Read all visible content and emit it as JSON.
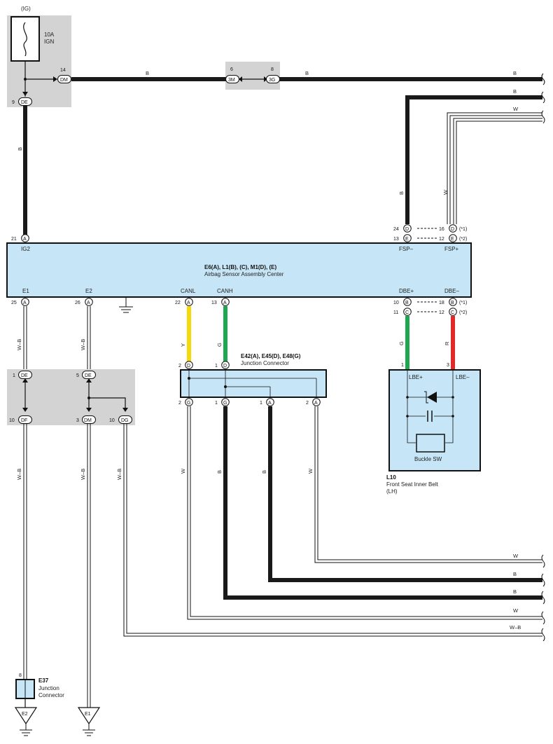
{
  "colors": {
    "panel_fill": "#c6e6f7",
    "shade": "#d3d3d3",
    "wire_black": "#1a1a1a",
    "wire_yellow": "#f5d90a",
    "wire_green": "#1da84f",
    "wire_red": "#e02a2a"
  },
  "fuse": {
    "top_label": "(IG)",
    "rating": "10A",
    "name": "IGN"
  },
  "top_wires": {
    "b1": "B",
    "b2": "B",
    "b3": "B",
    "b4": "B",
    "w1": "W",
    "b_vert_left": "B",
    "b_vert_right": "B",
    "w_vert_right": "W"
  },
  "connectors": {
    "dm14": {
      "pin": "14",
      "code": "DM"
    },
    "de9": {
      "pin": "9",
      "code": "DE"
    },
    "m3": {
      "pin": "6",
      "code": "3M"
    },
    "g3": {
      "pin": "8",
      "code": "3G"
    },
    "a21": {
      "pin": "21",
      "code": "A"
    },
    "d24": {
      "pin": "24",
      "code": "D"
    },
    "e13": {
      "pin": "13",
      "code": "E"
    },
    "d16": {
      "pin": "16",
      "code": "D",
      "note": "(*1)"
    },
    "e12": {
      "pin": "12",
      "code": "E",
      "note": "(*2)"
    },
    "a25": {
      "pin": "25",
      "code": "A"
    },
    "a26": {
      "pin": "26",
      "code": "A"
    },
    "a22": {
      "pin": "22",
      "code": "A"
    },
    "a13": {
      "pin": "13",
      "code": "A"
    },
    "b10": {
      "pin": "10",
      "code": "B"
    },
    "c11": {
      "pin": "11",
      "code": "C"
    },
    "b18": {
      "pin": "18",
      "code": "B",
      "note": "(*1)"
    },
    "c12": {
      "pin": "12",
      "code": "C",
      "note": "(*2)"
    },
    "de1": {
      "pin": "1",
      "code": "DE"
    },
    "de5": {
      "pin": "5",
      "code": "DE"
    },
    "df10": {
      "pin": "10",
      "code": "DF"
    },
    "dm3": {
      "pin": "3",
      "code": "DM"
    },
    "dg10": {
      "pin": "10",
      "code": "DG"
    },
    "jd2": {
      "pin": "2",
      "code": "D"
    },
    "jd1": {
      "pin": "1",
      "code": "D"
    },
    "jg2": {
      "pin": "2",
      "code": "G"
    },
    "jg1": {
      "pin": "1",
      "code": "G"
    },
    "ja1": {
      "pin": "1",
      "code": "A"
    },
    "ja2": {
      "pin": "2",
      "code": "A"
    }
  },
  "airbag": {
    "title": "E6(A), L1(B), (C), M1(D), (E)",
    "subtitle": "Airbag Sensor Assembly Center",
    "ig2": "IG2",
    "fsp_minus": "FSP–",
    "fsp_plus": "FSP+",
    "e1": "E1",
    "e2": "E2",
    "canl": "CANL",
    "canh": "CANH",
    "dbe_plus": "DBE+",
    "dbe_minus": "DBE–"
  },
  "junction": {
    "title": "E42(A), E45(D), E48(G)",
    "subtitle": "Junction Connector"
  },
  "belt": {
    "pin_plus": "1",
    "pin_minus": "3",
    "lbe_plus": "LBE+",
    "lbe_minus": "LBE–",
    "switch": "Buckle SW",
    "code": "L10",
    "name": "Front Seat Inner Belt",
    "side": "(LH)"
  },
  "mid_wires": {
    "wb1": "W–B",
    "wb2": "W–B",
    "y": "Y",
    "g1": "G",
    "g2": "G",
    "r": "R"
  },
  "low_wires": {
    "wb3": "W–B",
    "wb4": "W–B",
    "wb5": "W–B",
    "w_a": "W",
    "b_a": "B",
    "b_b": "B",
    "w_b": "W",
    "r_w1": "W",
    "r_b1": "B",
    "r_b2": "B",
    "r_w2": "W",
    "r_wb": "W–B"
  },
  "e37": {
    "pin": "8",
    "code": "E37",
    "name1": "Junction",
    "name2": "Connector"
  },
  "grounds": {
    "g_e2": "E2",
    "g_e1": "E1"
  }
}
